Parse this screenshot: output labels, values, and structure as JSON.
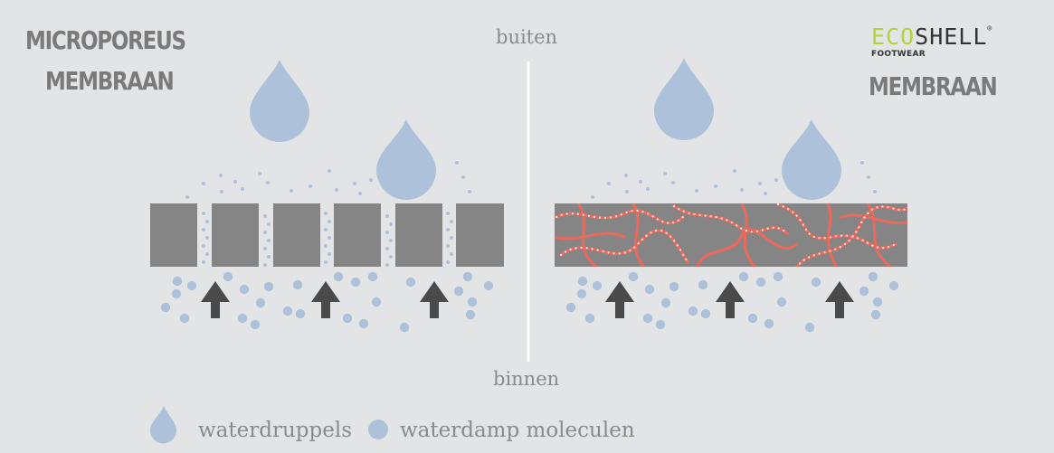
{
  "left_title": {
    "line1": "MICROPOREUS",
    "line2": "MEMBRAAN"
  },
  "right_title": {
    "brand_eco": "ECO",
    "brand_shell": "SHELL",
    "brand_reg": "®",
    "brand_sub": "FOOTWEAR",
    "line": "MEMBRAAN"
  },
  "labels": {
    "outside": "buiten",
    "inside": "binnen"
  },
  "legend": {
    "drops": "waterdruppels",
    "vapour": "waterdamp moleculen"
  },
  "colors": {
    "background": "#e3e4e6",
    "membrane": "#858585",
    "drop": "#adc2da",
    "arrow": "#4a4a4a",
    "fiber": "#e86a5c",
    "brand_green": "#b6d23a",
    "title": "#7a7a7a"
  },
  "icons": [
    "water-drop-icon",
    "vapour-dot-icon",
    "arrow-up-icon"
  ]
}
